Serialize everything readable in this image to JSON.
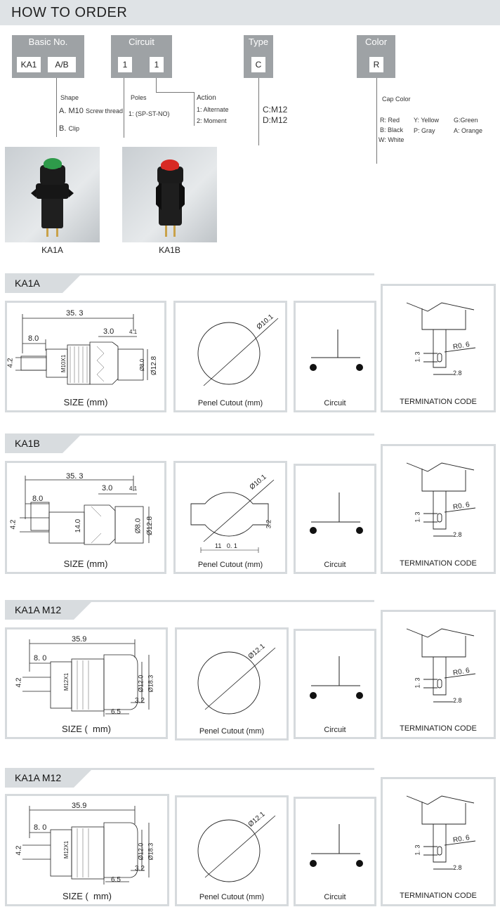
{
  "header": {
    "title": "HOW TO ORDER"
  },
  "order_codes": {
    "basic": {
      "label": "Basic No.",
      "cells": [
        "KA1",
        "A/B"
      ]
    },
    "circuit": {
      "label": "Circuit",
      "cells": [
        "1",
        "1"
      ]
    },
    "type": {
      "label": "Type",
      "cells": [
        "C"
      ]
    },
    "color": {
      "label": "Color",
      "cells": [
        "R"
      ]
    }
  },
  "shape": {
    "title": "Shape",
    "a_letter": "A.",
    "a_value": "M10",
    "a_desc": "Screw thread",
    "b_letter": "B.",
    "b_desc": "Clip"
  },
  "poles": {
    "title": "Poles",
    "value": "1: (SP-ST-NO)"
  },
  "action": {
    "title": "Action",
    "opt1": "1: Alternate",
    "opt2": "2: Moment"
  },
  "type_opts": {
    "c": "C:M12",
    "d": "D:M12"
  },
  "cap_color": {
    "title": "Cap Color",
    "col1": [
      "R: Red",
      "B: Black",
      "W: White"
    ],
    "col2": [
      "Y: Yellow",
      "P: Gray"
    ],
    "col3": [
      "G:Green",
      "A: Orange"
    ]
  },
  "photos": {
    "a": "KA1A",
    "b": "KA1B"
  },
  "colors": {
    "cap_a": "#2e9a4a",
    "cap_b": "#d82a24",
    "accent_gray": "#9ea2a5",
    "panel_border": "#d6dadd"
  },
  "sections": [
    {
      "title": "KA1A",
      "size_cap": "SIZE (mm)",
      "cutout_cap": "Penel Cutout (mm)",
      "circuit_cap": "Circuit",
      "term_cap": "TERMINATION CODE",
      "dims": {
        "overall": "35. 3",
        "left": "8.0",
        "d1": "3.0",
        "d2": "4.1",
        "pin": "4.2",
        "thread": "M10X1",
        "dia1": "Ø8.0",
        "dia2": "Ø12.8"
      },
      "cutout": {
        "dia": "Ø10.1"
      }
    },
    {
      "title": "KA1B",
      "size_cap": "SIZE (mm)",
      "cutout_cap": "Penel Cutout (mm)",
      "circuit_cap": "Circuit",
      "term_cap": "TERMINATION CODE",
      "dims": {
        "overall": "35. 3",
        "left": "8.0",
        "d1": "3.0",
        "d2": "4.1",
        "pin": "4.2",
        "thread": "14.0",
        "dia1": "Ø8.0",
        "dia2": "Ø12.8"
      },
      "cutout": {
        "dia": "Ø10.1",
        "flat": "3.2",
        "width": "11   0. 1"
      }
    },
    {
      "title": "KA1A M12",
      "size_cap": "SIZE (  mm)",
      "cutout_cap": "Penel Cutout (mm)",
      "circuit_cap": "Circuit",
      "term_cap": "TERMINATION CODE",
      "dims": {
        "overall": "35.9",
        "left": "8. 0",
        "d1": "3.2",
        "d2": "6.5",
        "pin": "4.2",
        "thread": "M12X1",
        "dia1": "Ø12.0",
        "dia2": "Ø18.3"
      },
      "cutout": {
        "dia": "Ø12.1"
      }
    },
    {
      "title": "KA1A M12",
      "size_cap": "SIZE (  mm)",
      "cutout_cap": "Penel Cutout (mm)",
      "circuit_cap": "Circuit",
      "term_cap": "TERMINATION CODE",
      "dims": {
        "overall": "35.9",
        "left": "8. 0",
        "d1": "3.2",
        "d2": "6.5",
        "pin": "4.2",
        "thread": "M12X1",
        "dia1": "Ø12.0",
        "dia2": "Ø18.3"
      },
      "cutout": {
        "dia": "Ø12.1"
      }
    }
  ],
  "termination": {
    "r": "R0. 6",
    "h": "1. 3",
    "w": "2.8"
  }
}
